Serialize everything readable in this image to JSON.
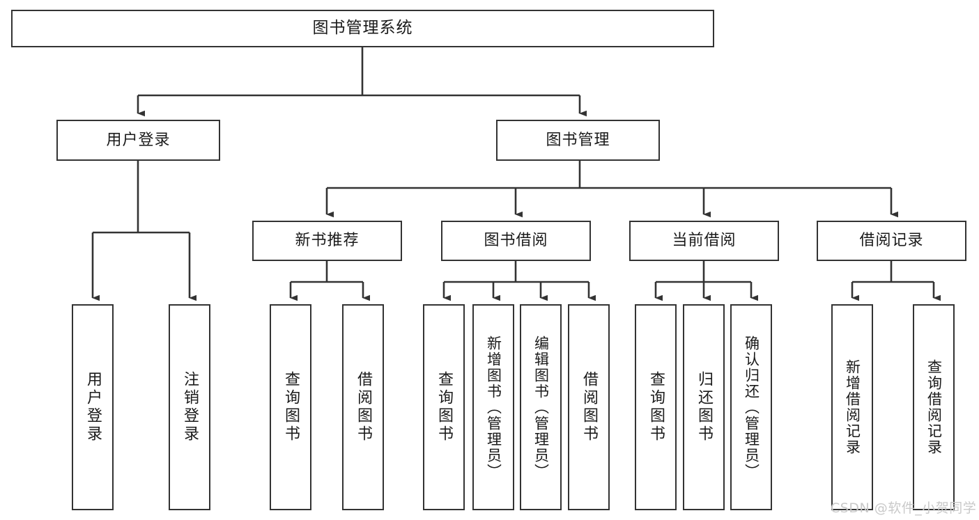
{
  "diagram": {
    "title": "图书管理系统",
    "type": "tree-hierarchy",
    "stroke_color": "#333333",
    "fill_color": "#ffffff",
    "text_color": "#1a1a1a",
    "watermark": "CSDN @软件_小贺同学"
  },
  "nodes": {
    "root": {
      "label": "图书管理系统"
    },
    "level2": [
      {
        "label": "用户登录"
      },
      {
        "label": "图书管理"
      }
    ],
    "level3": [
      {
        "label": "新书推荐"
      },
      {
        "label": "图书借阅"
      },
      {
        "label": "当前借阅"
      },
      {
        "label": "借阅记录"
      }
    ],
    "leaves": {
      "user_login": [
        {
          "label": "用户登录"
        },
        {
          "label": "注销登录"
        }
      ],
      "new_book_recommend": [
        {
          "label": "查询图书"
        },
        {
          "label": "借阅图书"
        }
      ],
      "book_borrow": [
        {
          "label": "查询图书"
        },
        {
          "label": "新增图书（管理员）"
        },
        {
          "label": "编辑图书（管理员）"
        },
        {
          "label": "借阅图书"
        }
      ],
      "current_borrow": [
        {
          "label": "查询图书"
        },
        {
          "label": "归还图书"
        },
        {
          "label": "确认归还（管理员）"
        }
      ],
      "borrow_record": [
        {
          "label": "新增借阅记录"
        },
        {
          "label": "查询借阅记录"
        }
      ]
    }
  }
}
